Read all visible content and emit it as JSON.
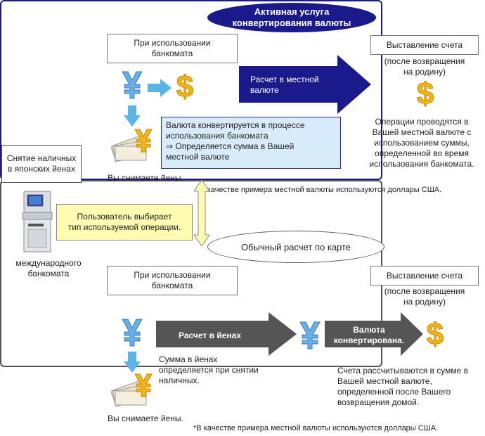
{
  "left": {
    "box_line1": "Снятие наличных",
    "box_line2": "в японских йенах",
    "atm_line1": "международного",
    "atm_line2": "банкомата"
  },
  "user_choice": {
    "line1": "Пользователь выбирает",
    "line2": "тип используемой операции."
  },
  "top": {
    "title_line1": "Активная услуга",
    "title_line2": "конвертирования валюты",
    "atm_use_line1": "При использовании",
    "atm_use_line2": "банкомата",
    "billing": "Выставление счета",
    "after_return_line1": "(после возвращения",
    "after_return_line2": "на родину)",
    "arrow_line1": "Расчет в местной",
    "arrow_line2": "валюте",
    "info_line1": "Валюта конвертируется в процессе",
    "info_line2": "использования банкомата",
    "info_line3": "⇒ Определяется сумма в Вашей",
    "info_line4": "местной валюте",
    "result_line1": "Операции проводятся в",
    "result_line2": "Вашей местной валюте с",
    "result_line3": "использованием суммы,",
    "result_line4": "определенной во время",
    "result_line5": "использования банкомата.",
    "withdraw": "Вы снимаете йены.",
    "footnote": "*В качестве примера местной валюты используются доллары США."
  },
  "bottom": {
    "title": "Обычный расчет по карте",
    "atm_use_line1": "При использовании",
    "atm_use_line2": "банкомата",
    "billing": "Выставление счета",
    "after_return_line1": "(после возвращения",
    "after_return_line2": "на родину)",
    "arrow1": "Расчет в йенах",
    "arrow2_line1": "Валюта",
    "arrow2_line2": "конвертирована.",
    "yen_line1": "Сумма в йенах",
    "yen_line2": "определяется при снятии",
    "yen_line3": "наличных.",
    "result_line1": "Счета рассчитываются в сумме в",
    "result_line2": "Вашей местной валюте,",
    "result_line3": "определенной после Вашего",
    "result_line4": "возвращения домой.",
    "withdraw": "Вы снимаете йены.",
    "footnote": "*В качестве примера местной валюты используются доллары США."
  },
  "colors": {
    "navy": "#1a1a8c",
    "yen_blue": "#6aaee6",
    "dollar_gold": "#f2b418",
    "light_arrow": "#5ab4e6",
    "info_bg": "#d8ebf8",
    "user_bg": "#fffbb0",
    "dark_arrow": "#555555"
  }
}
